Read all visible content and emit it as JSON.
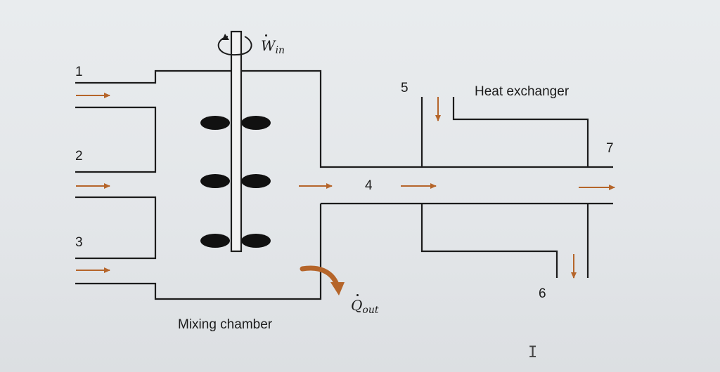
{
  "labels": {
    "stream1": "1",
    "stream2": "2",
    "stream3": "3",
    "stream4": "4",
    "stream5": "5",
    "stream6": "6",
    "stream7": "7",
    "heat_exchanger": "Heat exchanger",
    "mixing_chamber": "Mixing chamber"
  },
  "symbols": {
    "work_in": {
      "base": "W",
      "sub": "in"
    },
    "heat_out": {
      "base": "Q",
      "sub": "out"
    }
  },
  "colors": {
    "line": "#1c1c1c",
    "flow_arrow": "#b5652a",
    "shaft": "#f2f2f2"
  }
}
